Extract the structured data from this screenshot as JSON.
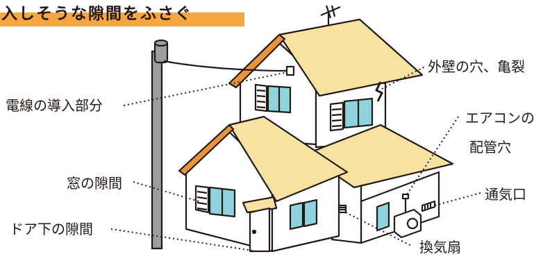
{
  "title": "入しそうな隙間をふさぐ",
  "labels": {
    "electric_wire": "電線の導入部分",
    "window_gap": "窓の隙間",
    "door_gap": "ドア下の隙間",
    "wall_crack": "外壁の穴、亀裂",
    "aircon_line1": "エアコンの",
    "aircon_line2": "配管穴",
    "vent": "通気口",
    "fan": "換気扇"
  },
  "colors": {
    "banner": "#f5a743",
    "roof": "#f8e2a2",
    "roof_edge": "#e8943a",
    "window_glass": "#8fd3dc",
    "pole": "#9d9d9d",
    "outline": "#231815"
  }
}
